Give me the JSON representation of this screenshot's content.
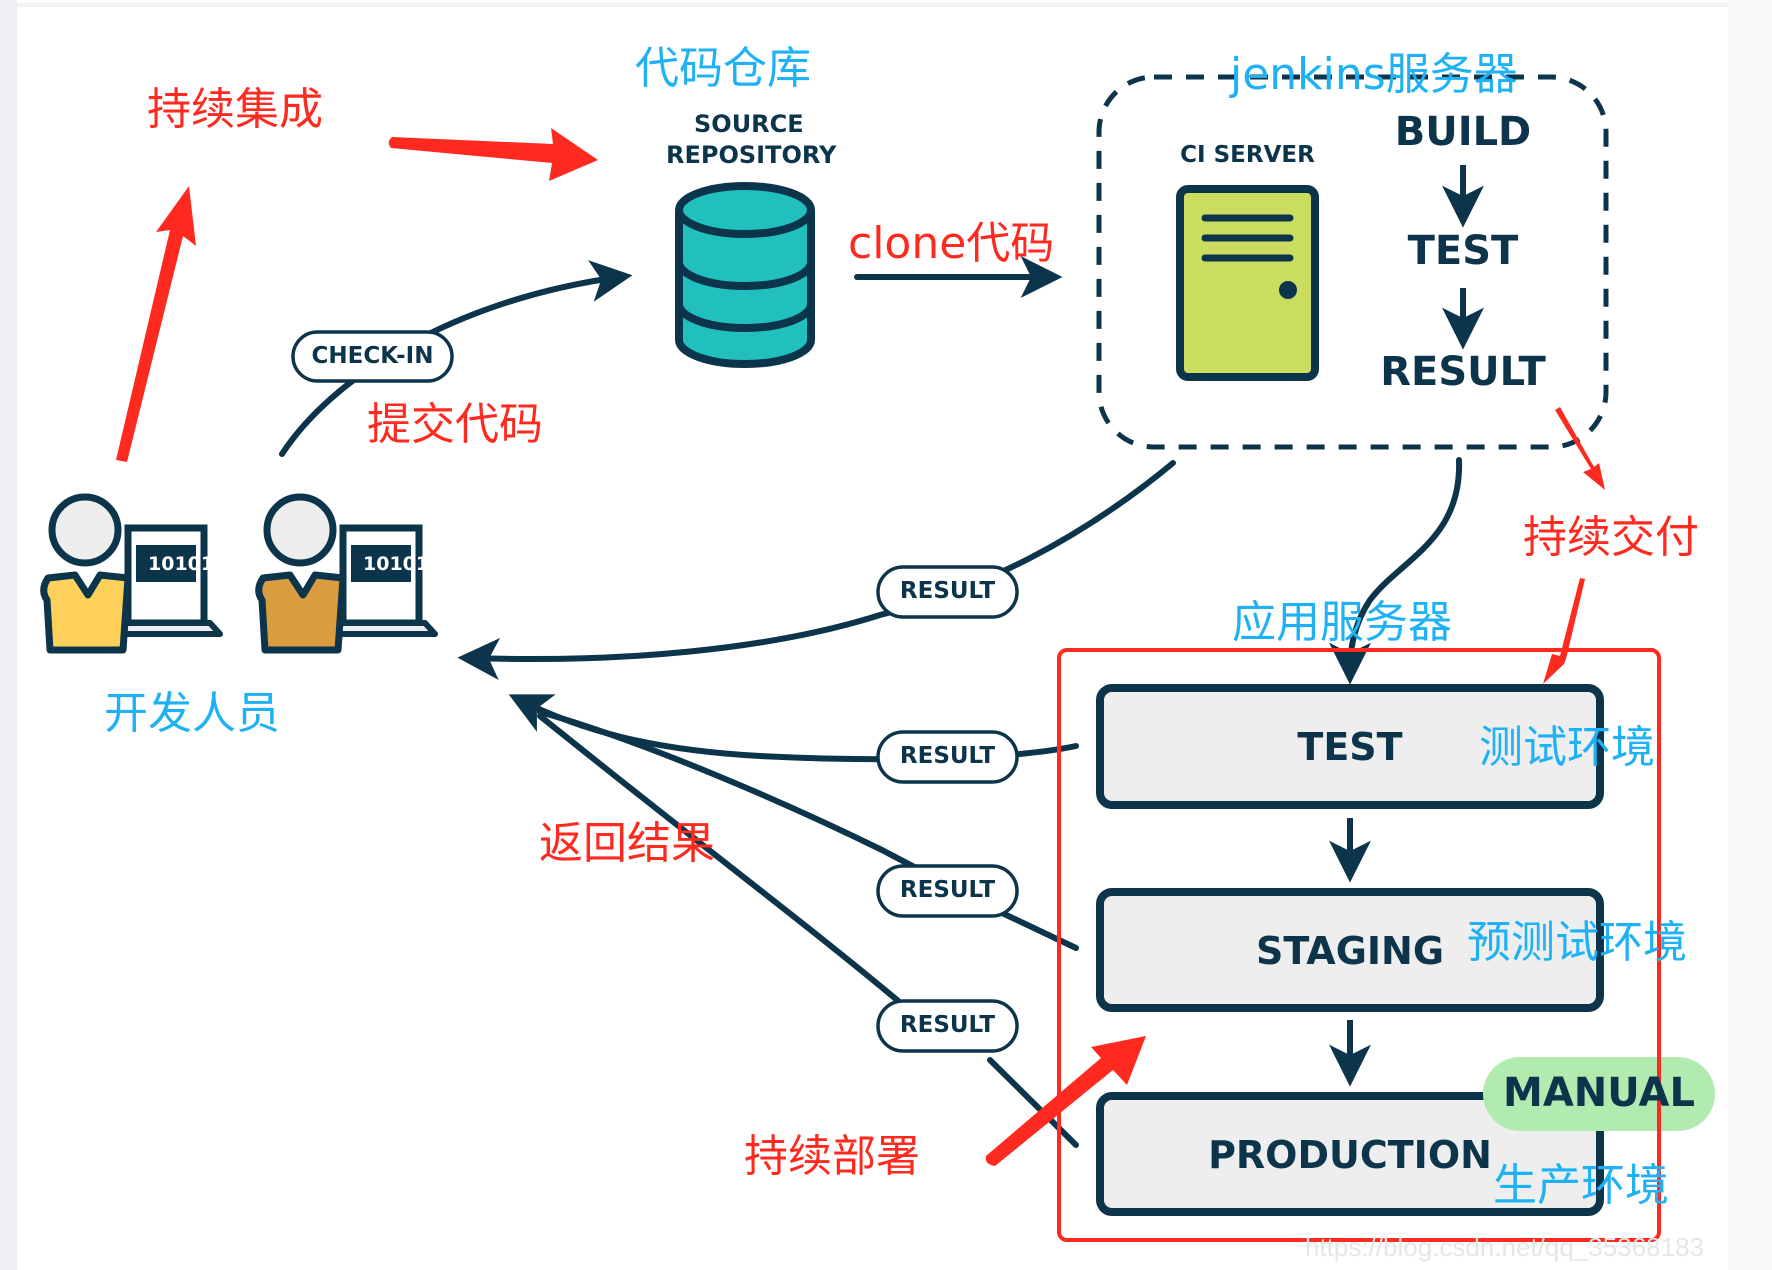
{
  "annotations": {
    "continuous_integration": "持续集成",
    "code_repository": "代码仓库",
    "clone_code": "clone代码",
    "jenkins_server": "jenkins服务器",
    "commit_code": "提交代码",
    "developers": "开发人员",
    "return_results": "返回结果",
    "continuous_delivery": "持续交付",
    "app_server": "应用服务器",
    "test_env": "测试环境",
    "staging_env": "预测试环境",
    "production_env": "生产环境",
    "continuous_deployment": "持续部署"
  },
  "source_repo": {
    "line1": "SOURCE",
    "line2": "REPOSITORY"
  },
  "checkin_label": "CHECK-IN",
  "ci_server": {
    "label": "CI SERVER",
    "steps": [
      "BUILD",
      "TEST",
      "RESULT"
    ]
  },
  "developer_screen_text": "10101",
  "result_label": "RESULT",
  "environments": [
    "TEST",
    "STAGING",
    "PRODUCTION"
  ],
  "manual_badge": "MANUAL",
  "watermark": "https://blog.csdn.net/qq_35368183",
  "colors": {
    "navy": "#0c344b",
    "annotation_red": "#ff2a1f",
    "annotation_blue": "#1fb1f5",
    "database_teal": "#22bfbf",
    "server_lime": "#cbdd5f",
    "dev1_shirt": "#fdd159",
    "dev2_shirt": "#d99d40",
    "env_box_fill": "#eeeeee",
    "manual_green": "#b2ebb0"
  }
}
